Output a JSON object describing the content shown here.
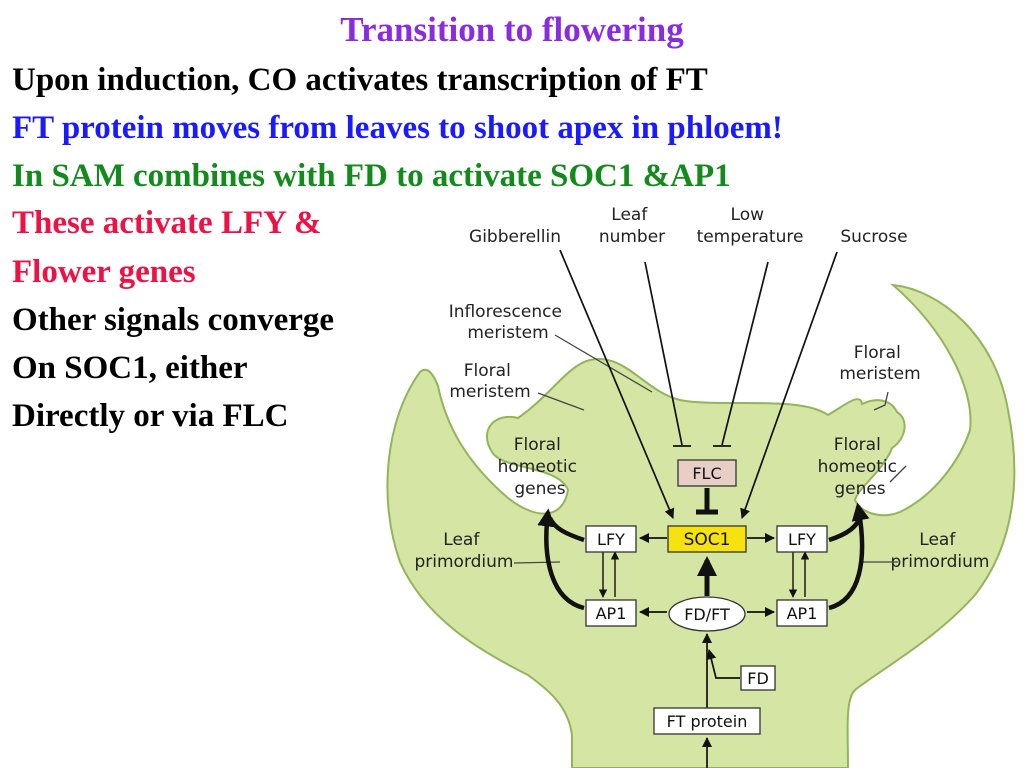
{
  "title": {
    "text": "Transition to flowering",
    "color": "#8a2be2"
  },
  "lines": [
    {
      "text": "Upon induction, CO activates transcription of FT",
      "color": "#000000"
    },
    {
      "text": "FT protein moves from leaves to shoot apex in phloem!",
      "color": "#1a1aff"
    },
    {
      "text": "In SAM combines with FD to activate SOC1 &AP1",
      "color": "#138a1c"
    },
    {
      "text": "These activate LFY &",
      "color": "#ee1144"
    },
    {
      "text": "Flower genes",
      "color": "#ee1144"
    },
    {
      "text": "Other signals converge",
      "color": "#000000"
    },
    {
      "text": "On SOC1, either",
      "color": "#000000"
    },
    {
      "text": "Directly or via FLC",
      "color": "#000000"
    }
  ],
  "diagram": {
    "colors": {
      "plant_fill": "#d5e5a3",
      "plant_stroke": "#94b45c",
      "soc1_fill": "#f5e20e",
      "flc_fill": "#e7cfc7"
    },
    "signals": {
      "gibberellin": [
        "Gibberellin"
      ],
      "leaf_number": [
        "Leaf",
        "number"
      ],
      "low_temperature": [
        "Low",
        "temperature"
      ],
      "sucrose": [
        "Sucrose"
      ]
    },
    "labels": {
      "inflorescence_meristem": [
        "Inflorescence",
        "meristem"
      ],
      "floral_meristem_left": [
        "Floral",
        "meristem"
      ],
      "floral_meristem_right": [
        "Floral",
        "meristem"
      ],
      "floral_homeotic_left": [
        "Floral",
        "homeotic",
        "genes"
      ],
      "floral_homeotic_right": [
        "Floral",
        "homeotic",
        "genes"
      ],
      "leaf_primordium_left": [
        "Leaf",
        "primordium"
      ],
      "leaf_primordium_right": [
        "Leaf",
        "primordium"
      ]
    },
    "boxes": {
      "flc": "FLC",
      "soc1": "SOC1",
      "lfy_left": "LFY",
      "lfy_right": "LFY",
      "ap1_left": "AP1",
      "ap1_right": "AP1",
      "fd_ft": "FD/FT",
      "fd": "FD",
      "ft_protein": "FT protein"
    }
  }
}
